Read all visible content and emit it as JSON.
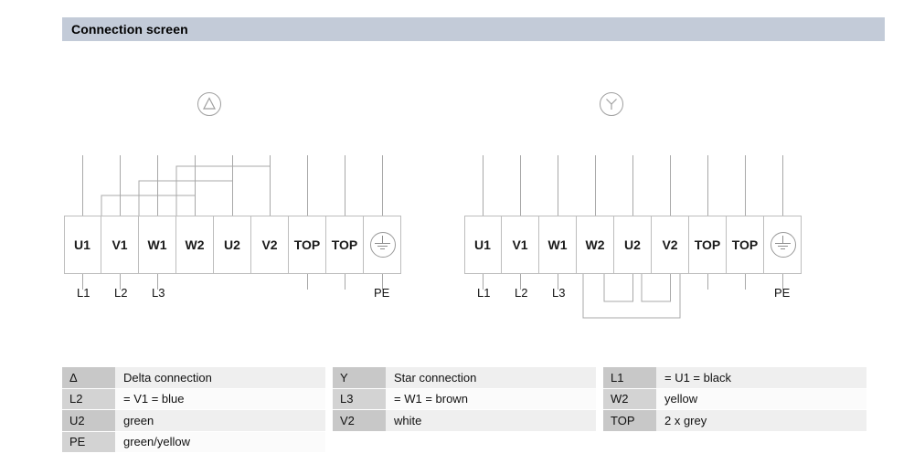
{
  "header": {
    "title": "Connection screen"
  },
  "diagrams": [
    {
      "id": "delta",
      "symbol": "delta-triangle-icon",
      "terminals": [
        "U1",
        "V1",
        "W1",
        "W2",
        "U2",
        "V2",
        "TOP",
        "TOP",
        "earth-ground-icon"
      ],
      "bottom_labels": [
        "L1",
        "L2",
        "L3",
        "PE"
      ]
    },
    {
      "id": "star",
      "symbol": "star-wye-icon",
      "terminals": [
        "U1",
        "V1",
        "W1",
        "W2",
        "U2",
        "V2",
        "TOP",
        "TOP",
        "earth-ground-icon"
      ],
      "bottom_labels": [
        "L1",
        "L2",
        "L3",
        "PE"
      ]
    }
  ],
  "legend": {
    "columns": [
      {
        "rows": [
          {
            "key": "Δ",
            "value": "Delta connection"
          },
          {
            "key": "L2",
            "value": "= V1 = blue"
          },
          {
            "key": "U2",
            "value": "green"
          },
          {
            "key": "PE",
            "value": "green/yellow"
          }
        ]
      },
      {
        "rows": [
          {
            "key": "Y",
            "value": "Star connection"
          },
          {
            "key": "L3",
            "value": "= W1 = brown"
          },
          {
            "key": "V2",
            "value": "white"
          }
        ]
      },
      {
        "rows": [
          {
            "key": "L1",
            "value": "= U1 = black"
          },
          {
            "key": "W2",
            "value": "yellow"
          },
          {
            "key": "TOP",
            "value": "2 x grey"
          }
        ]
      }
    ]
  },
  "colors": {
    "title_bar": "#c3cbd8",
    "wire": "#a8a8a8",
    "terminal_border": "#bdbdbd",
    "legend_key_bg": "#c8c8c8",
    "legend_val_bg": "#efefef"
  }
}
